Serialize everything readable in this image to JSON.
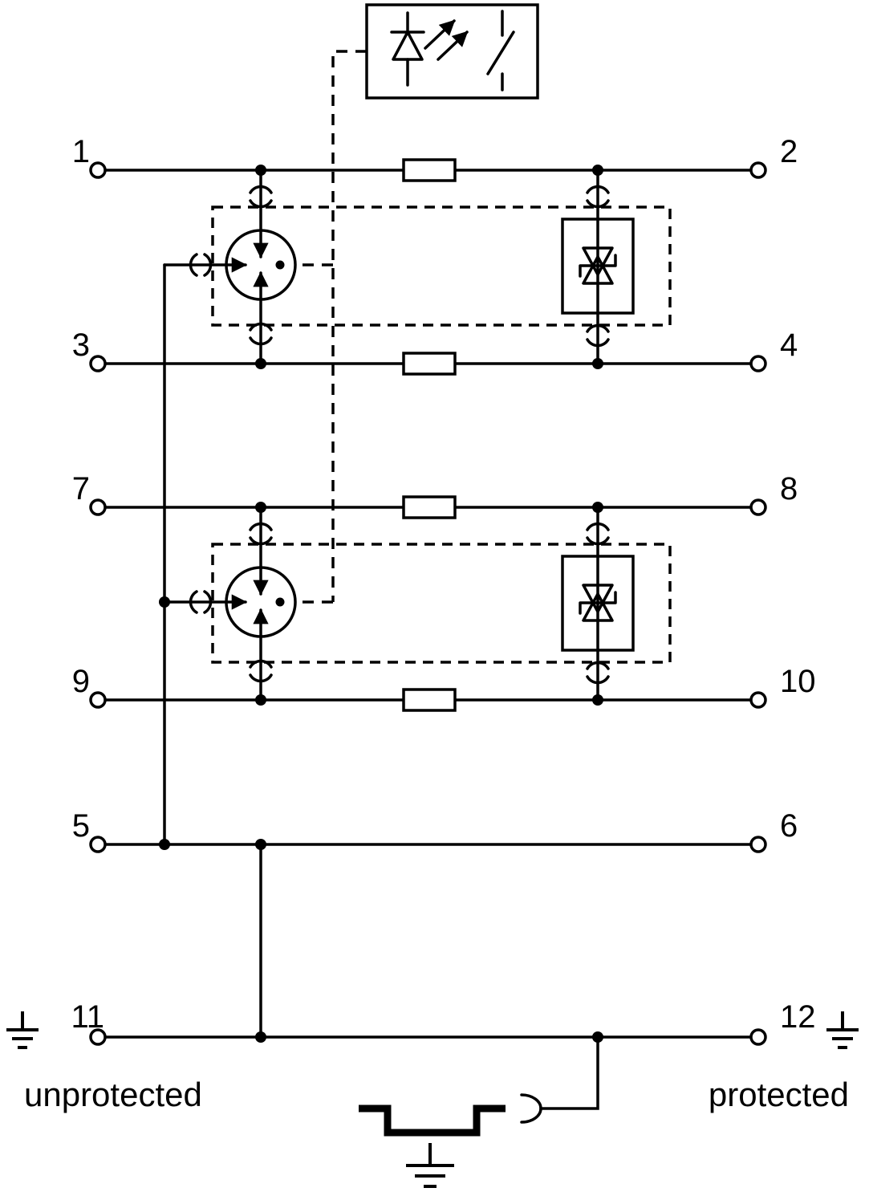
{
  "diagram": {
    "terminals": {
      "t1": "1",
      "t2": "2",
      "t3": "3",
      "t4": "4",
      "t5": "5",
      "t6": "6",
      "t7": "7",
      "t8": "8",
      "t9": "9",
      "t10": "10",
      "t11": "11",
      "t12": "12"
    },
    "labels": {
      "unprotected": "unprotected",
      "protected": "protected"
    },
    "colors": {
      "line": "#000000",
      "background": "#ffffff"
    }
  }
}
